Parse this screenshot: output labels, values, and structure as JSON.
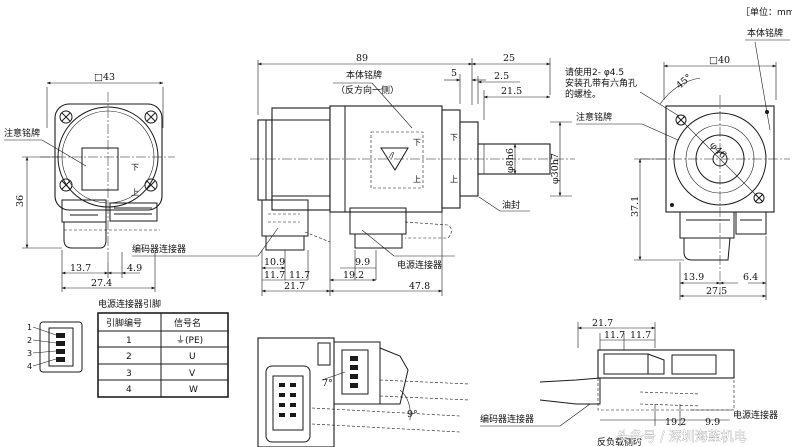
{
  "unit_note": "［单位：mm］",
  "labels": {
    "caution_plate": "注意铭牌",
    "nameplate": "本体铭牌",
    "nameplate_note": "（反方向一侧）",
    "encoder_connector": "编码器连接器",
    "power_connector": "电源连接器",
    "oil_seal": "油封",
    "mount_hole_1": "请使用2- φ4.5",
    "mount_hole_2": "安装孔带有六角孔",
    "mount_hole_3": "的螺栓。",
    "power_pins_title": "电源连接器引脚",
    "reverse_load_1": "反负载侧时",
    "watermark": "头条号 / 深圳海蓝机电"
  },
  "dims": {
    "d43": "□43",
    "d40": "□40",
    "d89": "89",
    "d25": "25",
    "d5": "5",
    "d2_5": "2.5",
    "d21_5": "21.5",
    "d36": "36",
    "d13_7": "13.7",
    "d4_9": "4.9",
    "d27_4": "27.4",
    "d10_9": "10.9",
    "d11_7a": "11.7",
    "d11_7b": "11.7",
    "d21_7": "21.7",
    "d9_9": "9.9",
    "d19_2": "19.2",
    "d47_8": "47.8",
    "phi30": "φ30h7",
    "phi8": "φ8h6",
    "d45": "45°",
    "phi46": "φ46",
    "d37_1": "37.1",
    "d13_9": "13.9",
    "d6_4": "6.4",
    "d27_5": "27.5",
    "b21_7": "21.7",
    "b11_7a": "11.7",
    "b11_7b": "11.7",
    "b19_2": "19.2",
    "b9_9": "9.9",
    "a7": "7°",
    "a9": "9°"
  },
  "face_marks": {
    "up": "上",
    "down": "下",
    "slash": "⁄/"
  },
  "pin_numbers": [
    "1",
    "2",
    "3",
    "4"
  ],
  "pin_table": {
    "headers": [
      "引脚编号",
      "信号名"
    ],
    "rows": [
      [
        "1",
        "⏚(PE)"
      ],
      [
        "2",
        "U"
      ],
      [
        "3",
        "V"
      ],
      [
        "4",
        "W"
      ]
    ]
  }
}
